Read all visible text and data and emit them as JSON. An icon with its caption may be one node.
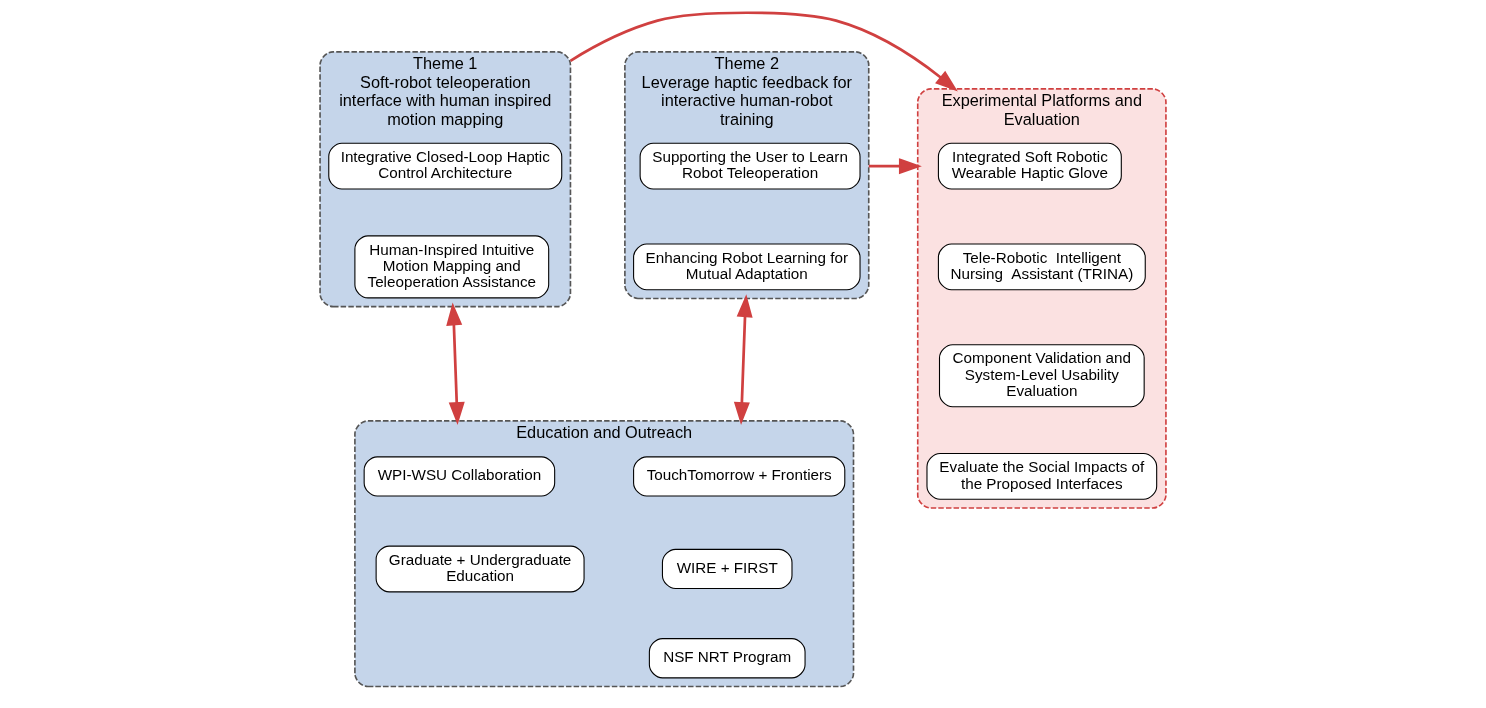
{
  "diagram": {
    "nodes": [
      {
        "text": [
          "Theme 1",
          "Soft-robot teleoperation interface with human inspired motion mapping"
        ]
      },
      {
        "text": [
          "Integrative Closed-Loop Haptic Control Architecture"
        ],
        "in": 0
      },
      {
        "text": [
          "Human-Inspired Intuitive Motion Mapping and Teleoperation Assistance"
        ],
        "in": 0
      },
      {
        "text": [
          "Experimental Platforms and Evaluation"
        ]
      },
      {
        "text": [
          "Integrated Soft Robotic Wearable Haptic Glove"
        ],
        "in": 3
      },
      {
        "text": [
          "Tele-Robotic  Intelligent Nursing  Assistant (TRINA)"
        ],
        "in": 3
      },
      {
        "text": [
          "Component Validation and System-Level Usability Evaluation"
        ],
        "in": 3
      },
      {
        "text": [
          "Evaluate the Social Impacts of the Proposed Interfaces"
        ],
        "in": 3
      },
      {
        "text": [
          "Theme 2",
          "Leverage haptic feedback for interactive human-robot training"
        ]
      },
      {
        "text": [
          "Supporting the User to Learn Robot Teleoperation"
        ],
        "in": 8
      },
      {
        "text": [
          "Enhancing Robot Learning for Mutual Adaptation"
        ],
        "in": 8
      },
      {
        "text": [
          "Education and Outreach"
        ]
      },
      {
        "text": [
          "WPI-WSU Collaboration"
        ],
        "in": 11
      },
      {
        "text": [
          "Graduate + Undergraduate Education"
        ],
        "in": 11
      },
      {
        "text": [
          "TouchTomorrow + Frontiers"
        ],
        "in": 11
      },
      {
        "text": [
          "WIRE + FIRST"
        ],
        "in": 11
      },
      {
        "text": [
          "NSF NRT Program"
        ],
        "in": 11
      }
    ],
    "edges": [
      {
        "from": 0,
        "to": 3,
        "arrow": "to"
      },
      {
        "from": 8,
        "to": 3,
        "arrow": "to"
      },
      {
        "from": 0,
        "to": 11,
        "arrow": "both"
      },
      {
        "from": 8,
        "to": 11,
        "arrow": "both"
      }
    ]
  }
}
